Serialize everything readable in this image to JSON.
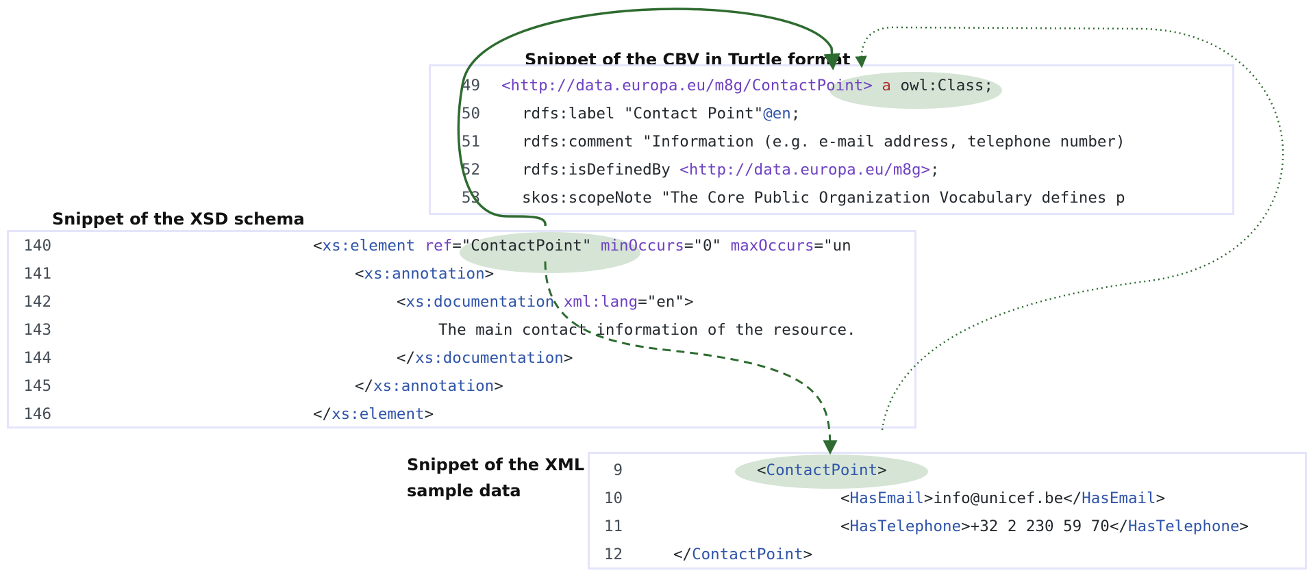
{
  "captions": {
    "turtle": "Snippet of the CBV in Turtle format",
    "xsd": "Snippet of the XSD schema",
    "xml_line1": "Snippet of the XML",
    "xml_line2": "sample data"
  },
  "turtle": {
    "lines": [
      {
        "n": "49",
        "indent": 1,
        "tokens": [
          {
            "t": "<http://data.europa.eu/m8g/ContactPoint>",
            "c": "iri"
          },
          {
            "t": " ",
            "c": "plain"
          },
          {
            "t": "a",
            "c": "kw"
          },
          {
            "t": " owl:Class;",
            "c": "plain"
          }
        ]
      },
      {
        "n": "50",
        "indent": 2,
        "tokens": [
          {
            "t": "rdfs:label ",
            "c": "plain"
          },
          {
            "t": "\"Contact Point\"",
            "c": "str"
          },
          {
            "t": "@en",
            "c": "lang"
          },
          {
            "t": ";",
            "c": "plain"
          }
        ]
      },
      {
        "n": "51",
        "indent": 2,
        "tokens": [
          {
            "t": "rdfs:comment ",
            "c": "plain"
          },
          {
            "t": "\"Information (e.g. e-mail address, telephone number)",
            "c": "str"
          }
        ]
      },
      {
        "n": "52",
        "indent": 2,
        "tokens": [
          {
            "t": "rdfs:isDefinedBy ",
            "c": "plain"
          },
          {
            "t": "<http://data.europa.eu/m8g>",
            "c": "iri"
          },
          {
            "t": ";",
            "c": "plain"
          }
        ]
      },
      {
        "n": "53",
        "indent": 2,
        "tokens": [
          {
            "t": "skos:scopeNote ",
            "c": "plain"
          },
          {
            "t": "\"The Core Public Organization Vocabulary defines p",
            "c": "str"
          }
        ]
      }
    ]
  },
  "xsd": {
    "lines": [
      {
        "n": "140",
        "indent": 3,
        "tokens": [
          {
            "t": "<",
            "c": "plain"
          },
          {
            "t": "xs:element",
            "c": "tag"
          },
          {
            "t": " ",
            "c": "plain"
          },
          {
            "t": "ref",
            "c": "attr"
          },
          {
            "t": "=\"ContactPoint\" ",
            "c": "plain"
          },
          {
            "t": "minOccurs",
            "c": "attr"
          },
          {
            "t": "=\"0\" ",
            "c": "plain"
          },
          {
            "t": "maxOccurs",
            "c": "attr"
          },
          {
            "t": "=\"un",
            "c": "plain"
          }
        ]
      },
      {
        "n": "141",
        "indent": 4,
        "tokens": [
          {
            "t": "<",
            "c": "plain"
          },
          {
            "t": "xs:annotation",
            "c": "tag"
          },
          {
            "t": ">",
            "c": "plain"
          }
        ]
      },
      {
        "n": "142",
        "indent": 5,
        "tokens": [
          {
            "t": "<",
            "c": "plain"
          },
          {
            "t": "xs:documentation",
            "c": "tag"
          },
          {
            "t": " ",
            "c": "plain"
          },
          {
            "t": "xml:lang",
            "c": "attr"
          },
          {
            "t": "=\"en\">",
            "c": "plain"
          }
        ]
      },
      {
        "n": "143",
        "indent": 6,
        "tokens": [
          {
            "t": "The main contact information of the resource.",
            "c": "plain"
          }
        ]
      },
      {
        "n": "144",
        "indent": 5,
        "tokens": [
          {
            "t": "</",
            "c": "plain"
          },
          {
            "t": "xs:documentation",
            "c": "tag"
          },
          {
            "t": ">",
            "c": "plain"
          }
        ]
      },
      {
        "n": "145",
        "indent": 4,
        "tokens": [
          {
            "t": "</",
            "c": "plain"
          },
          {
            "t": "xs:annotation",
            "c": "tag"
          },
          {
            "t": ">",
            "c": "plain"
          }
        ]
      },
      {
        "n": "146",
        "indent": 3,
        "tokens": [
          {
            "t": "</",
            "c": "plain"
          },
          {
            "t": "xs:element",
            "c": "tag"
          },
          {
            "t": ">",
            "c": "plain"
          }
        ]
      }
    ]
  },
  "xml": {
    "lines": [
      {
        "n": "9",
        "indent": 2,
        "tokens": [
          {
            "t": "<",
            "c": "plain"
          },
          {
            "t": "ContactPoint",
            "c": "tag"
          },
          {
            "t": ">",
            "c": "plain"
          }
        ]
      },
      {
        "n": "10",
        "indent": 3,
        "tokens": [
          {
            "t": "<",
            "c": "plain"
          },
          {
            "t": "HasEmail",
            "c": "tag"
          },
          {
            "t": ">info@unicef.be</",
            "c": "plain"
          },
          {
            "t": "HasEmail",
            "c": "tag"
          },
          {
            "t": ">",
            "c": "plain"
          }
        ]
      },
      {
        "n": "11",
        "indent": 3,
        "tokens": [
          {
            "t": "<",
            "c": "plain"
          },
          {
            "t": "HasTelephone",
            "c": "tag"
          },
          {
            "t": ">+32 2 230 59 70</",
            "c": "plain"
          },
          {
            "t": "HasTelephone",
            "c": "tag"
          },
          {
            "t": ">",
            "c": "plain"
          }
        ]
      },
      {
        "n": "12",
        "indent": 1,
        "tokens": [
          {
            "t": "</",
            "c": "plain"
          },
          {
            "t": "ContactPoint",
            "c": "tag"
          },
          {
            "t": ">",
            "c": "plain"
          }
        ]
      }
    ]
  },
  "colors": {
    "panel_border": "#e4e4fb",
    "arrow": "#2e6b30",
    "highlight": "#7caa7c",
    "tag": "#2f54a8",
    "attr": "#6f42c1",
    "keyword": "#b0332e"
  }
}
